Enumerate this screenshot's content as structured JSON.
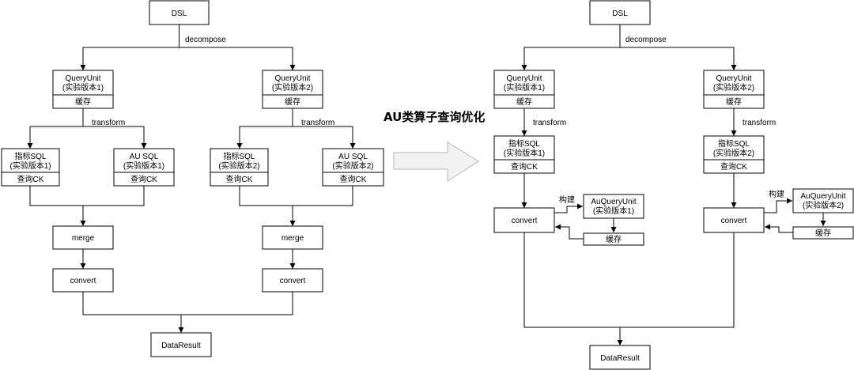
{
  "labels": {
    "dsl": "DSL",
    "decompose": "decompose",
    "transform": "transform",
    "query_unit": "QueryUnit",
    "version1": "(实验版本1)",
    "version2": "(实验版本2)",
    "cache": "缓存",
    "metric_sql": "指标SQL",
    "au_sql": "AU SQL",
    "query_ck": "查询CK",
    "merge": "merge",
    "convert": "convert",
    "data_result": "DataResult",
    "build": "构建",
    "au_query_unit": "AuQueryUnit",
    "title": "AU类算子查询优化"
  }
}
